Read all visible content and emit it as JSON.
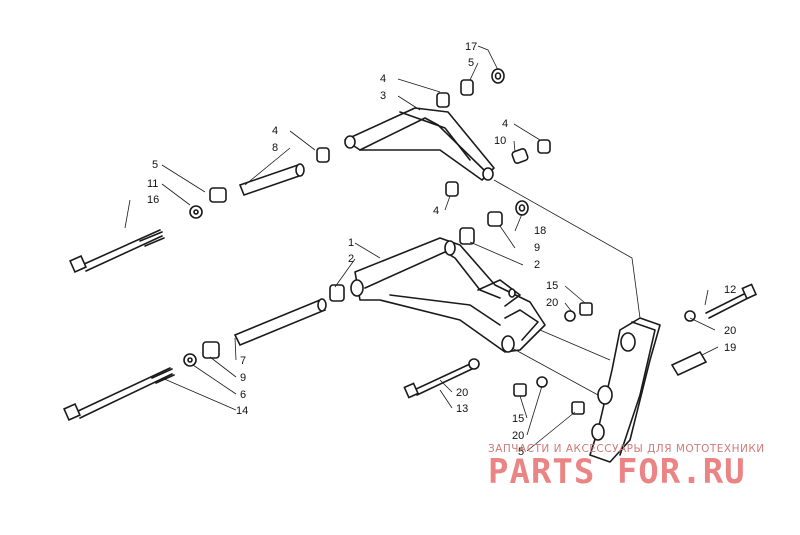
{
  "callouts": [
    {
      "id": "c17",
      "text": "17"
    },
    {
      "id": "c5a",
      "text": "5"
    },
    {
      "id": "c4a",
      "text": "4"
    },
    {
      "id": "c3",
      "text": "3"
    },
    {
      "id": "c4b",
      "text": "4"
    },
    {
      "id": "c8",
      "text": "8"
    },
    {
      "id": "c4c",
      "text": "4"
    },
    {
      "id": "c10",
      "text": "10"
    },
    {
      "id": "c5b",
      "text": "5"
    },
    {
      "id": "c11",
      "text": "11"
    },
    {
      "id": "c16",
      "text": "16"
    },
    {
      "id": "c4d",
      "text": "4"
    },
    {
      "id": "c18",
      "text": "18"
    },
    {
      "id": "c9a",
      "text": "9"
    },
    {
      "id": "c1",
      "text": "1"
    },
    {
      "id": "c2a",
      "text": "2"
    },
    {
      "id": "c2b",
      "text": "2"
    },
    {
      "id": "c15a",
      "text": "15"
    },
    {
      "id": "c20a",
      "text": "20"
    },
    {
      "id": "c12",
      "text": "12"
    },
    {
      "id": "c20b",
      "text": "20"
    },
    {
      "id": "c19",
      "text": "19"
    },
    {
      "id": "c7",
      "text": "7"
    },
    {
      "id": "c9b",
      "text": "9"
    },
    {
      "id": "c6",
      "text": "6"
    },
    {
      "id": "c14",
      "text": "14"
    },
    {
      "id": "c20c",
      "text": "20"
    },
    {
      "id": "c13",
      "text": "13"
    },
    {
      "id": "c15b",
      "text": "15"
    },
    {
      "id": "c20d",
      "text": "20"
    },
    {
      "id": "c5c",
      "text": "5"
    }
  ],
  "watermark": {
    "subtitle": "ЗАПЧАСТИ И АКСЕССУАРЫ ДЛЯ МОТОТЕХНИКИ",
    "logo": "PARTS FOR.RU",
    "color": "#e87070"
  }
}
